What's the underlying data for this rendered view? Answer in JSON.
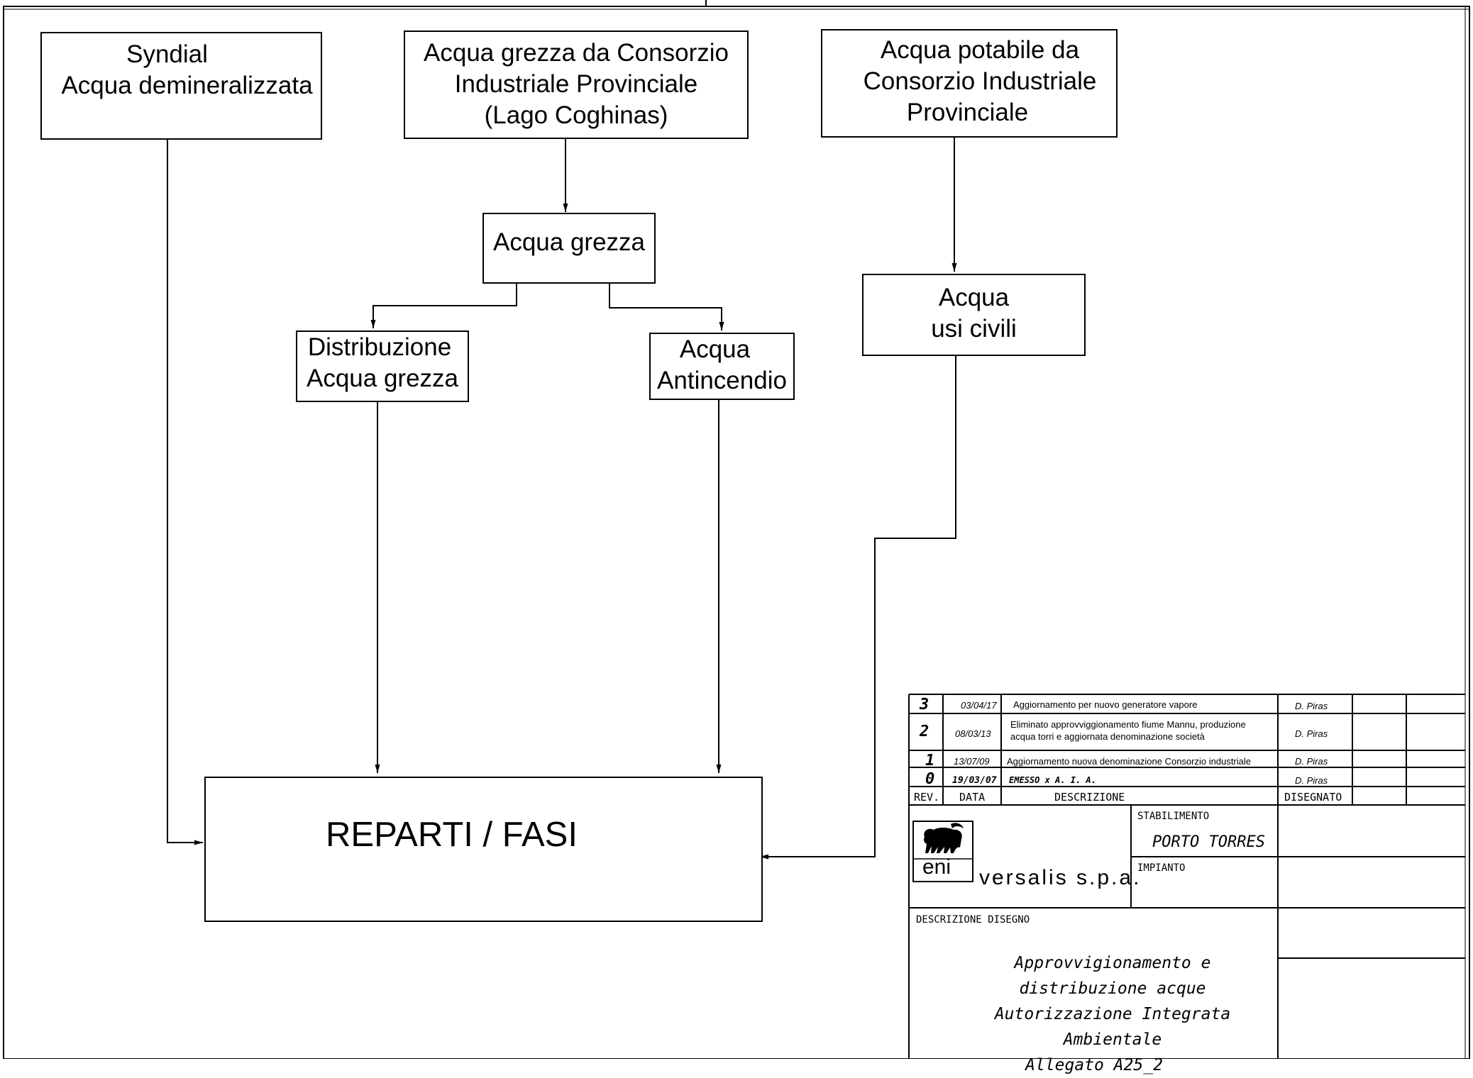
{
  "diagram": {
    "nodes": {
      "syndial": {
        "lines": [
          "Syndial",
          "Acqua demineralizzata"
        ]
      },
      "consorzio_grezza": {
        "lines": [
          "Acqua grezza da Consorzio",
          "Industriale Provinciale",
          "(Lago Coghinas)"
        ]
      },
      "consorzio_potabile": {
        "lines": [
          "Acqua potabile da",
          "Consorzio Industriale",
          "Provinciale"
        ]
      },
      "acqua_grezza": {
        "lines": [
          "Acqua grezza"
        ]
      },
      "usi_civili": {
        "lines": [
          "Acqua",
          "usi civili"
        ]
      },
      "distribuzione": {
        "lines": [
          "Distribuzione",
          "Acqua grezza"
        ]
      },
      "antincendio": {
        "lines": [
          "Acqua",
          "Antincendio"
        ]
      },
      "reparti": {
        "lines": [
          "REPARTI / FASI"
        ]
      }
    }
  },
  "title_block": {
    "revisions": [
      {
        "rev": "3",
        "date": "03/04/17",
        "description": "Aggiornamento per nuovo generatore vapore",
        "drawn_by": "D. Piras"
      },
      {
        "rev": "2",
        "date": "08/03/13",
        "description_lines": [
          "Eliminato approvviggionamento fiume Mannu, produzione",
          "acqua torri e aggiornata denominazione società"
        ],
        "drawn_by": "D. Piras"
      },
      {
        "rev": "1",
        "date": "13/07/09",
        "description": "Aggiornamento nuova denominazione Consorzio industriale",
        "drawn_by": "D. Piras"
      },
      {
        "rev": "0",
        "date": "19/03/07",
        "description": "EMESSO x A. I. A.",
        "drawn_by": "D. Piras"
      }
    ],
    "headers": {
      "rev": "REV.",
      "date": "DATA",
      "description": "DESCRIZIONE",
      "drawn_by": "DISEGNATO"
    },
    "logo_text": "eni",
    "company": "versalis s.p.a.",
    "stabilimento_label": "STABILIMENTO",
    "stabilimento_value": "PORTO TORRES",
    "impianto_label": "IMPIANTO",
    "descrizione_label": "DESCRIZIONE DISEGNO",
    "description_lines": [
      "Approvvigionamento e distribuzione acque",
      "Autorizzazione Integrata Ambientale",
      "Allegato A25_2"
    ]
  }
}
